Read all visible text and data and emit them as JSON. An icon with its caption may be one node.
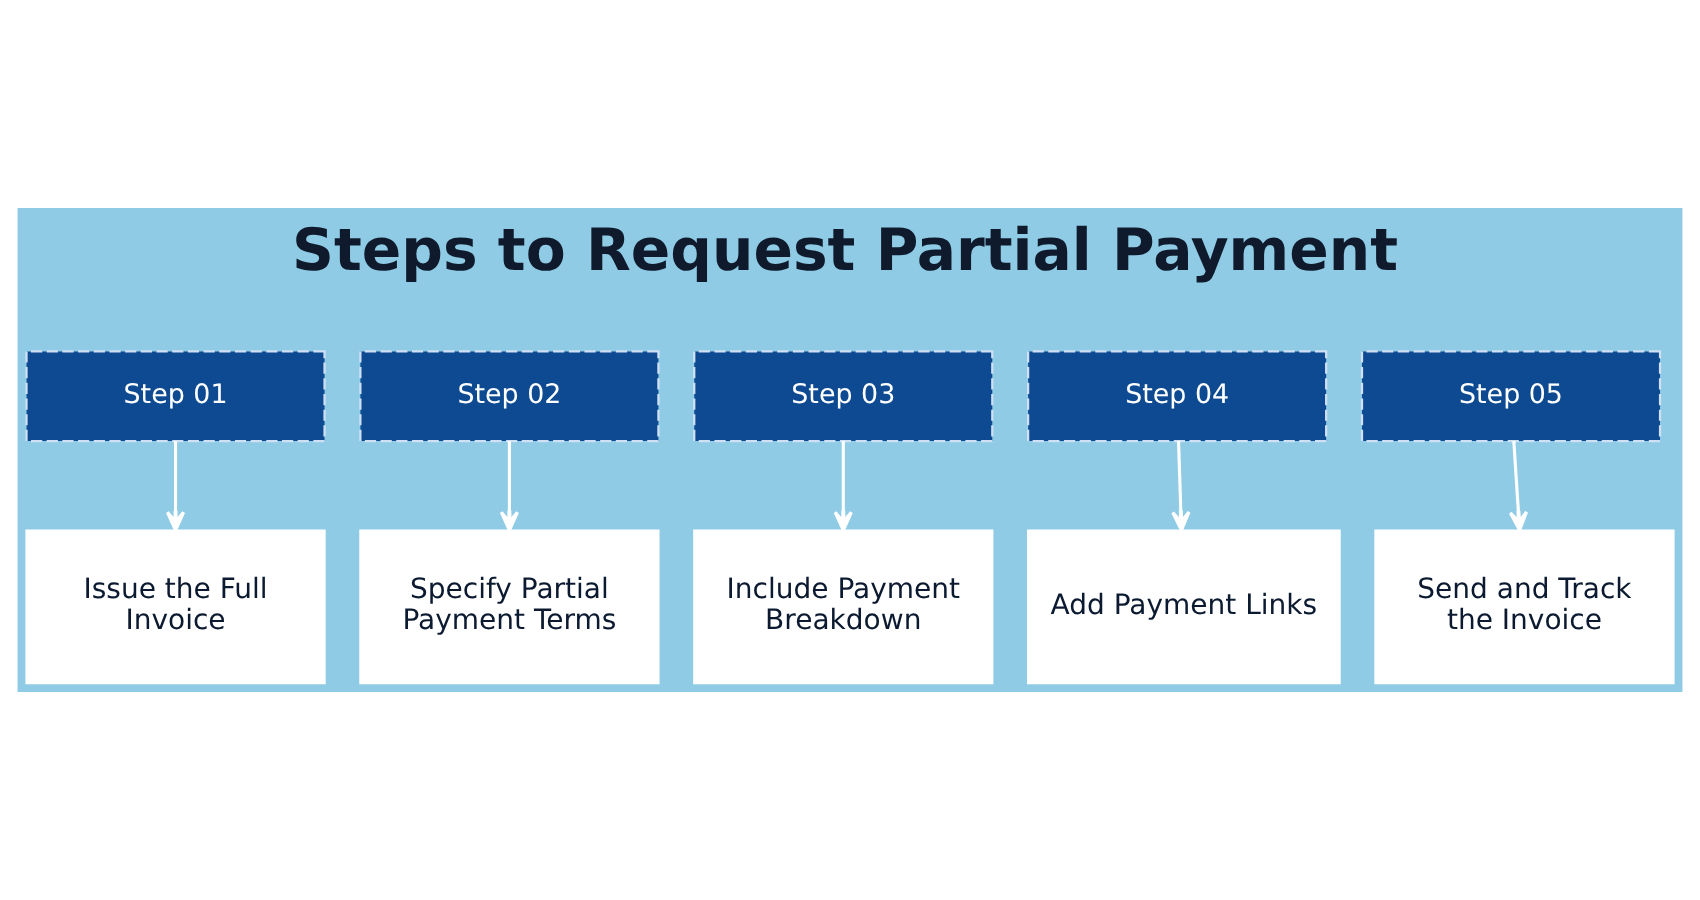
{
  "diagram": {
    "title": "Steps to Request Partial Payment",
    "nodes": [
      {
        "text": [
          "Step 01"
        ]
      },
      {
        "text": [
          "Step 02"
        ]
      },
      {
        "text": [
          "Step 03"
        ]
      },
      {
        "text": [
          "Step 04"
        ]
      },
      {
        "text": [
          "Step 05"
        ]
      },
      {
        "text": [
          "Issue the Full Invoice"
        ]
      },
      {
        "text": [
          "Specify Partial Payment Terms"
        ]
      },
      {
        "text": [
          "Include Payment Breakdown"
        ]
      },
      {
        "text": [
          "Add Payment Links"
        ]
      },
      {
        "text": [
          "Send and Track the Invoice"
        ]
      }
    ],
    "edges": [
      {
        "from": 0,
        "to": 5,
        "arrow": "to"
      },
      {
        "from": 1,
        "to": 6,
        "arrow": "to"
      },
      {
        "from": 2,
        "to": 7,
        "arrow": "to"
      },
      {
        "from": 3,
        "to": 8,
        "arrow": "to"
      },
      {
        "from": 4,
        "to": 9,
        "arrow": "to"
      }
    ]
  }
}
